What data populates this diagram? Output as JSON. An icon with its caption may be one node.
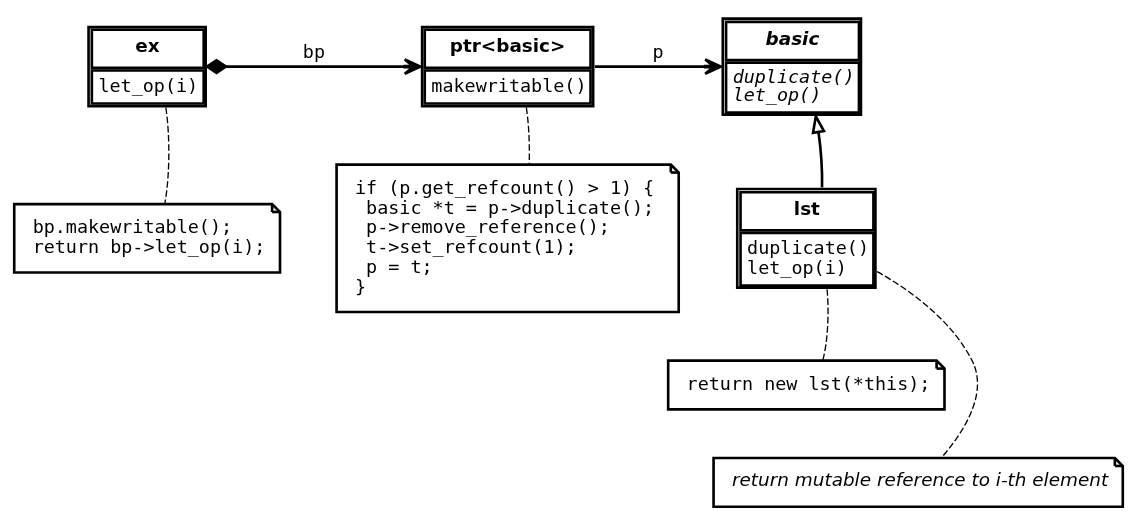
{
  "diagram": {
    "nodes": [
      {
        "text": [
          "ex",
          "let_op(i)"
        ]
      },
      {
        "text": [
          "ptr<basic>",
          "makewritable()"
        ]
      },
      {
        "text": [
          "basic",
          "duplicate()",
          "let_op()"
        ]
      },
      {
        "text": [
          "bp.makewritable();",
          "return bp->let_op(i);"
        ]
      },
      {
        "text": [
          "if (p.get_refcount() > 1) {",
          "  basic *t = p->duplicate();",
          "  p->remove_reference();",
          "  t->set_refcount(1);",
          "  p = t;",
          "}"
        ]
      },
      {
        "text": [
          "lst",
          "duplicate()",
          "let_op(i)"
        ]
      },
      {
        "text": [
          "return new lst(*this);"
        ]
      },
      {
        "text": [
          "return mutable reference to i-th element"
        ]
      }
    ],
    "edges": [
      {
        "from": 0,
        "to": 1,
        "arrow": "to",
        "label": "bp"
      },
      {
        "from": 1,
        "to": 2,
        "arrow": "to",
        "label": "p"
      },
      {
        "from": 5,
        "to": 2,
        "arrow": "to"
      },
      {
        "from": 0,
        "to": 3,
        "arrow": "none",
        "style": "dashed"
      },
      {
        "from": 1,
        "to": 4,
        "arrow": "none",
        "style": "dashed"
      },
      {
        "from": 5,
        "to": 6,
        "arrow": "none",
        "style": "dashed"
      },
      {
        "from": 5,
        "to": 7,
        "arrow": "none",
        "style": "dashed"
      }
    ]
  }
}
